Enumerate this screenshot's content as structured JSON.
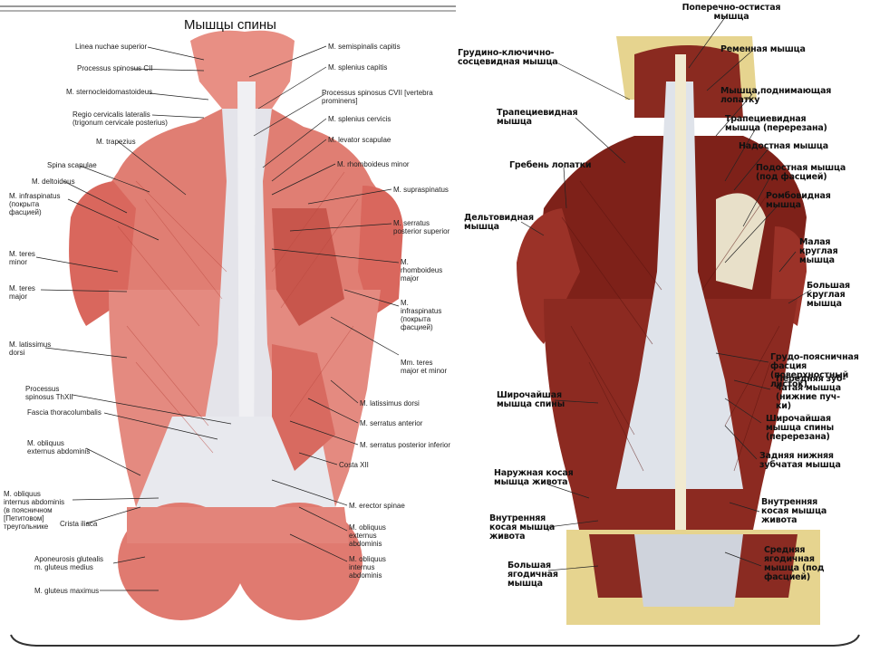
{
  "left_figure": {
    "title": "Мышцы спины",
    "labels": {
      "linea_nuchae": "Linea nuchae superior",
      "proc_spin_c2": "Processus spinosus CII",
      "sternocleido": "M. sternocleidomastoideus",
      "regio_cervicalis": "Regio cervicalis lateralis\n(trigonum cervicale posterius)",
      "trapezius": "M. trapezius",
      "spina_scapulae": "Spina scapulae",
      "deltoideus": "M. deltoideus",
      "infraspinatus_left": "M. infraspinatus\n(покрыта\nфасцией)",
      "teres_minor": "M. teres\nminor",
      "teres_major": "M. teres\nmajor",
      "latissimus_left": "M. latissimus\ndorsi",
      "proc_spin_th12": "Processus\nspinosus ThXII",
      "fascia_thoracolumbalis": "Fascia thoracolumbalis",
      "obliquus_ext_left": "M. obliquus\nexternus abdominis",
      "obliquus_int_left": "M. obliquus\ninternus abdominis\n(в поясничном\n[Петитовом]\nтреугольнике",
      "crista_iliaca": "Crista iliaca",
      "aponeurosis_glutealis": "Aponeurosis glutealis\nm. gluteus medius",
      "gluteus_maximus": "M. gluteus maximus",
      "semispinalis": "M. semispinalis capitis",
      "splenius_capitis": "M. splenius capitis",
      "proc_spin_c7": "Processus spinosus CVII [vertebra\nprominens]",
      "splenius_cervicis": "M. splenius cervicis",
      "levator_scapulae": "M. levator scapulae",
      "rhomboideus_minor": "M. rhomboideus minor",
      "supraspinatus": "M. supraspinatus",
      "serratus_post_sup": "M. serratus\nposterior superior",
      "rhomboideus_major": "M.\nrhomboideus\nmajor",
      "infraspinatus_right": "M.\ninfraspinatus\n(покрыта\nфасцией)",
      "teres_major_minor": "Mm. teres\nmajor et minor",
      "latissimus_right": "M. latissimus dorsi",
      "serratus_anterior": "M. serratus anterior",
      "serratus_post_inf": "M. serratus posterior inferior",
      "costa_xii": "Costa XII",
      "erector_spinae": "M. erector spinae",
      "obliquus_ext_right": "M. obliquus\nexternus\nabdominis",
      "obliquus_int_right": "M. obliquus\ninternus\nabdominis"
    }
  },
  "right_figure": {
    "labels": {
      "poperechno_ostistaya": "Поперечно-остистая\nмышца",
      "grudino_klyuch": "Грудино-ключично-\nсосцевидная мышца",
      "remennaya": "Ременная мышца",
      "podnimayushchaya": "Мышца,поднимающая\nлопатку",
      "trapeciya_left": "Трапециевидная\nмышца",
      "trapeciya_right": "Трапециевидная\nмышца (перерезана)",
      "greben_lopatki": "Гребень лопатки",
      "nadostnaya": "Надостная мышца",
      "podostnaya": "Подостная мышца\n(под фасцией)",
      "deltovidnaya": "Дельтовидная\nмышца",
      "rombovidnaya": "Ромбовидная\nмышца",
      "malaya_kruglaya": "Малая\nкруглая\nмышца",
      "bolshaya_kruglaya": "Большая\nкруглая\nмышца",
      "grudo_poyasnichnaya": "Грудо-поясничная фасция\n(поверхностный листок)",
      "perednyaya_zubchataya": "Передняя зуб-\nчатая мышца\n(нижние пуч-\nки)",
      "shirochayshaya_left": "Широчайшая\nмышца спины",
      "shirochayshaya_right": "Широчайшая\nмышца спины\n(перерезана)",
      "zadnyaya_nizhnyaya": "Задняя нижняя\nзубчатая мышца",
      "naruzhnaya_kosaya": "Наружная косая\nмышца живота",
      "vnutrennyaya_kosaya_right": "Внутренняя\nкосая мышца\nживота",
      "vnutrennyaya_kosaya_left": "Внутренняя\nкосая мышца\nживота",
      "srednyaya_yagodichnaya": "Средняя\nягодичная\nмышца (под\nфасцией)",
      "bolshaya_yagodichnaya": "Большая\nягодичная\nмышца"
    }
  },
  "colors": {
    "muscle_light": "#e8857a",
    "muscle_mid": "#d4574d",
    "muscle_dark_red": "#7e1f18",
    "fascia": "#dfe3ea",
    "bone": "#e9d9a3",
    "frame_line": "#333333"
  }
}
